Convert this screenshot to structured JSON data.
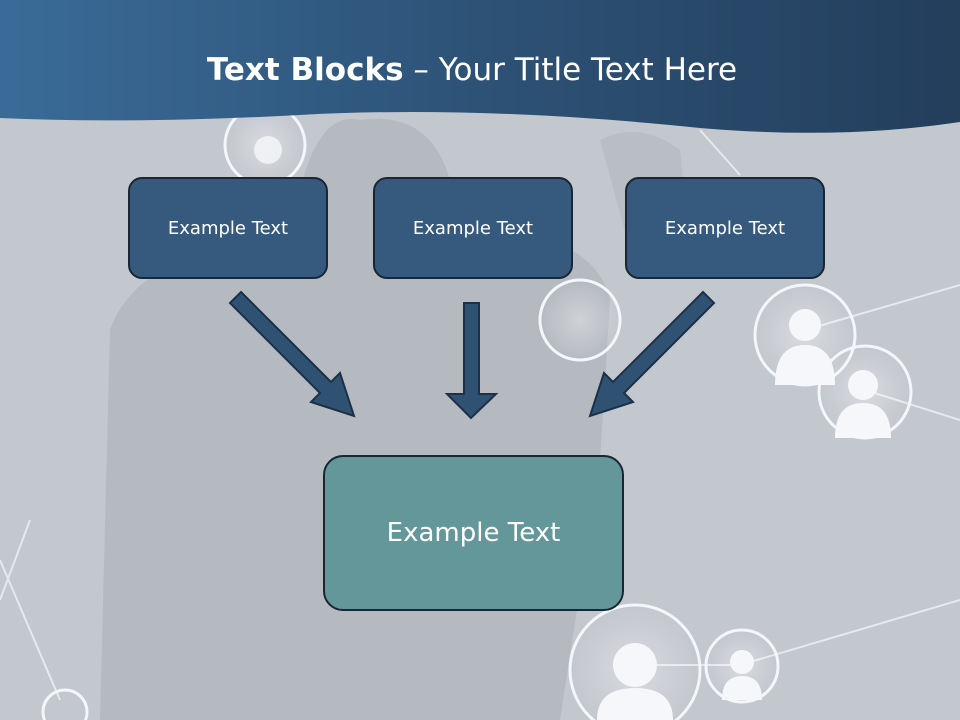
{
  "slide": {
    "title_bold": "Text Blocks",
    "title_dash": "–",
    "title_rest": "Your Title Text Here"
  },
  "blocks": {
    "top": [
      {
        "label": "Example Text"
      },
      {
        "label": "Example Text"
      },
      {
        "label": "Example Text"
      }
    ],
    "bottom": {
      "label": "Example Text"
    }
  },
  "colors": {
    "header": "#2e5377",
    "top_box": "#355a7e",
    "bottom_box": "#64979a",
    "arrow": "#2f5273",
    "background": "#c4c8cf"
  },
  "icons": [
    "network-nodes-background",
    "person-icon"
  ]
}
